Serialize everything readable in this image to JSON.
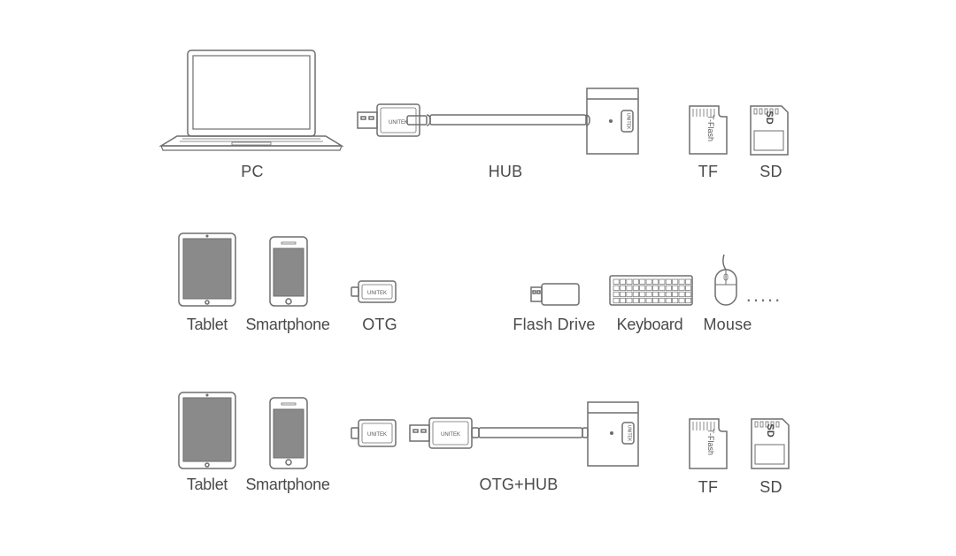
{
  "rows": [
    {
      "labels": {
        "pc": "PC",
        "hub": "HUB",
        "tf": "TF",
        "sd": "SD"
      }
    },
    {
      "labels": {
        "tablet": "Tablet",
        "smartphone": "Smartphone",
        "otg": "OTG",
        "flash_drive": "Flash Drive",
        "keyboard": "Keyboard",
        "mouse": "Mouse"
      },
      "ellipsis": "....."
    },
    {
      "labels": {
        "tablet": "Tablet",
        "smartphone": "Smartphone",
        "otg_hub": "OTG+HUB",
        "tf": "TF",
        "sd": "SD"
      }
    }
  ],
  "device_text": {
    "brand": "UNITEK",
    "tf_card": "T-Flash",
    "sd_card": "SD"
  },
  "colors": {
    "stroke": "#6e6e6e",
    "screen": "#8a8a8a",
    "label": "#4a4a4a"
  }
}
